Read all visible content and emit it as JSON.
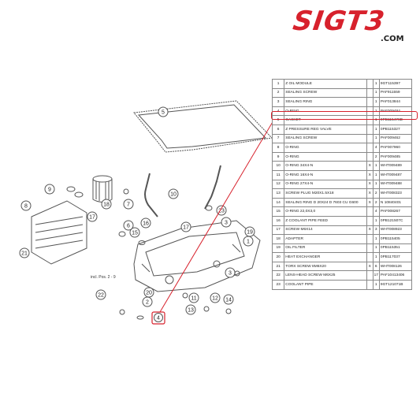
{
  "logo": {
    "text": "SIGT3",
    "sub": ".COM"
  },
  "note": "incl. Pos. 2 - 9",
  "callouts": [
    "5",
    "8",
    "9",
    "7",
    "10",
    "15",
    "16",
    "17",
    "17",
    "18",
    "19",
    "21",
    "22",
    "20",
    "6",
    "1",
    "2",
    "3",
    "4",
    "11",
    "12",
    "13",
    "14",
    "23",
    "3"
  ],
  "parts": [
    {
      "n": "1",
      "d": "Z OIL MODULE",
      "x": "",
      "q": "1",
      "p": "9GT115397"
    },
    {
      "n": "2",
      "d": "SEALING SCREW",
      "x": "",
      "q": "1",
      "p": "PAF911559"
    },
    {
      "n": "3",
      "d": "SEALING RING",
      "x": "",
      "q": "1",
      "p": "PAF013844"
    },
    {
      "n": "4",
      "d": "O-RING",
      "x": "",
      "q": "1",
      "p": "PAF009484"
    },
    {
      "n": "5",
      "d": "GASKET",
      "x": "",
      "q": "1",
      "p": "0PB115476D"
    },
    {
      "n": "6",
      "d": "Z PRESSURE REG VALVE",
      "x": "",
      "q": "1",
      "p": "0PB115327"
    },
    {
      "n": "7",
      "d": "SEALING SCREW",
      "x": "",
      "q": "1",
      "p": "PAF009462"
    },
    {
      "n": "8",
      "d": "O-RING",
      "x": "",
      "q": "4",
      "p": "PAF007960"
    },
    {
      "n": "9",
      "d": "O-RING",
      "x": "",
      "q": "2",
      "p": "PAF009485"
    },
    {
      "n": "10",
      "d": "O-RING 34X4-N",
      "x": "X",
      "q": "1",
      "p": "WHT009489"
    },
    {
      "n": "11",
      "d": "O-RING 16X4-N",
      "x": "X",
      "q": "1",
      "p": "WHT009487"
    },
    {
      "n": "12",
      "d": "O-RING 27X4-N",
      "x": "X",
      "q": "1",
      "p": "WHT009488"
    },
    {
      "n": "13",
      "d": "SCREW PLUG M20X1.5X18",
      "x": "X",
      "q": "2",
      "p": "WHT008323"
    },
    {
      "n": "14",
      "d": "SEALING RING D 20X24 D 7603 CU G600",
      "x": "X",
      "q": "2",
      "p": "N 10840401"
    },
    {
      "n": "15",
      "d": "O-RING 22,0X3,0",
      "x": "",
      "q": "4",
      "p": "PAF008267"
    },
    {
      "n": "16",
      "d": "Z COOLANT PIPE FEED",
      "x": "",
      "q": "1",
      "p": "0PB121507C"
    },
    {
      "n": "17",
      "d": "SCREW M6X14",
      "x": "X",
      "q": "3",
      "p": "WHT008923"
    },
    {
      "n": "18",
      "d": "ADAPTER",
      "x": "",
      "q": "1",
      "p": "0PB115405"
    },
    {
      "n": "19",
      "d": "OIL FILTER",
      "x": "",
      "q": "1",
      "p": "0PB115351"
    },
    {
      "n": "20",
      "d": "HEAT EXCHANGER",
      "x": "",
      "q": "1",
      "p": "0PB117037"
    },
    {
      "n": "21",
      "d": "TORX SCREW 8M6X20",
      "x": "X",
      "q": "6",
      "p": "WHT008126"
    },
    {
      "n": "22",
      "d": "LENS-HEAD SCREW M6X25",
      "x": "",
      "q": "17",
      "p": "PAF10413406"
    },
    {
      "n": "23",
      "d": "COOLANT PIPE",
      "x": "",
      "q": "1",
      "p": "9GT121071B"
    }
  ],
  "highlight_row": "4",
  "colors": {
    "brand": "#d7212c",
    "line": "#555555"
  }
}
